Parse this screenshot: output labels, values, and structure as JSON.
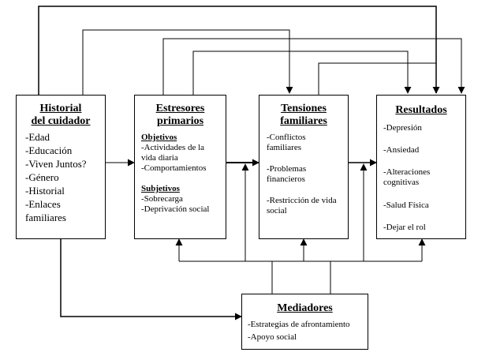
{
  "historial": {
    "title_line1": "Historial",
    "title_line2": "del cuidador",
    "items": [
      "-Edad",
      "-Educación",
      "-Viven Juntos?",
      "-Género",
      "-Historial",
      "-Enlaces",
      "familiares"
    ]
  },
  "estresores": {
    "title_line1": "Estresores",
    "title_line2": "primarios",
    "objetivos_label": "Objetivos",
    "objetivos_items": [
      "-Actividades de la",
      "vida diaria",
      "-Comportamientos"
    ],
    "subjetivos_label": "Subjetivos",
    "subjetivos_items": [
      "-Sobrecarga",
      "-Deprivación social"
    ]
  },
  "tensiones": {
    "title_line1": "Tensiones",
    "title_line2": "familiares",
    "items": [
      [
        "-Conflictos",
        "familiares"
      ],
      [
        "-Problemas",
        "financieros"
      ],
      [
        "-Restricción de vida",
        "social"
      ]
    ]
  },
  "resultados": {
    "title": "Resultados",
    "items": [
      [
        "-Depresión"
      ],
      [
        "-Ansiedad"
      ],
      [
        "-Alteraciones",
        "cognitivas"
      ],
      [
        "-Salud Física"
      ],
      [
        "-Dejar el rol"
      ]
    ]
  },
  "mediadores": {
    "title": "Mediadores",
    "items": [
      "-Estrategias de afrontamiento",
      "-Apoyo social"
    ]
  }
}
